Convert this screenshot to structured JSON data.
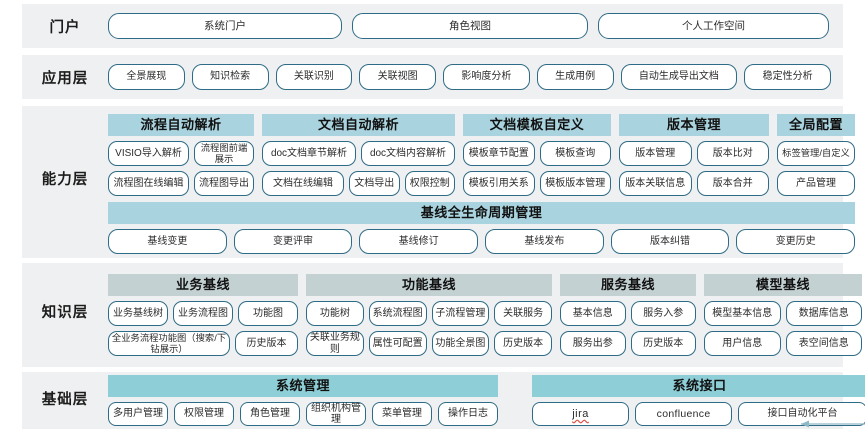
{
  "layers": [
    {
      "id": "portal",
      "label": "门户",
      "items": [
        "系统门户",
        "角色视图",
        "个人工作空间"
      ]
    },
    {
      "id": "application",
      "label": "应用层",
      "items": [
        "全景展现",
        "知识检索",
        "关联识别",
        "关联视图",
        "影响度分析",
        "生成用例",
        "自动生成导出文档",
        "稳定性分析"
      ]
    },
    {
      "id": "capability",
      "label": "能力层",
      "groups": [
        {
          "title": "流程自动解析",
          "rows": [
            [
              "VISIO导入解析",
              "流程图前端展示"
            ],
            [
              "流程图在线编辑",
              "流程图导出"
            ]
          ]
        },
        {
          "title": "文档自动解析",
          "rows": [
            [
              "doc文档章节解析",
              "doc文档内容解析"
            ],
            [
              "文档在线编辑",
              "文档导出",
              "权限控制"
            ]
          ]
        },
        {
          "title": "文档模板自定义",
          "rows": [
            [
              "模板章节配置",
              "模板查询"
            ],
            [
              "模板引用关系",
              "模板版本管理"
            ]
          ]
        },
        {
          "title": "版本管理",
          "rows": [
            [
              "版本管理",
              "版本比对"
            ],
            [
              "版本关联信息",
              "版本合并"
            ]
          ]
        },
        {
          "title": "全局配置",
          "rows": [
            [
              "标签管理/自定义"
            ],
            [
              "产品管理"
            ]
          ]
        }
      ],
      "baseline": {
        "title": "基线全生命周期管理",
        "items": [
          "基线变更",
          "变更评审",
          "基线修订",
          "基线发布",
          "版本纠错",
          "变更历史"
        ]
      }
    },
    {
      "id": "knowledge",
      "label": "知识层",
      "groups": [
        {
          "title": "业务基线",
          "rows": [
            [
              "业务基线树",
              "业务流程图",
              "功能图"
            ],
            [
              "全业务流程功能图（搜索/下钻展示）",
              "历史版本"
            ]
          ]
        },
        {
          "title": "功能基线",
          "rows": [
            [
              "功能树",
              "系统流程图",
              "子流程管理",
              "关联服务"
            ],
            [
              "关联业务规则",
              "属性可配置",
              "功能全景图",
              "历史版本"
            ]
          ]
        },
        {
          "title": "服务基线",
          "rows": [
            [
              "基本信息",
              "服务入参"
            ],
            [
              "服务出参",
              "历史版本"
            ]
          ]
        },
        {
          "title": "模型基线",
          "rows": [
            [
              "模型基本信息",
              "数据库信息"
            ],
            [
              "用户信息",
              "表空间信息"
            ]
          ]
        }
      ]
    },
    {
      "id": "foundation",
      "label": "基础层",
      "groups": [
        {
          "title": "系统管理",
          "rows": [
            [
              "多用户管理",
              "权限管理",
              "角色管理",
              "组织机构管理",
              "菜单管理",
              "操作日志"
            ]
          ]
        },
        {
          "title": "系统接口",
          "rows": [
            [
              "jira",
              "confluence",
              "接口自动化平台"
            ]
          ]
        }
      ]
    }
  ],
  "colors": {
    "band_background": "#eff0f1",
    "pill_border": "#2e6b86",
    "capability_header": "#a9d3de",
    "knowledge_header": "#c4d1d3",
    "system_header": "#8ecfd7",
    "text": "#2b2b2b"
  }
}
